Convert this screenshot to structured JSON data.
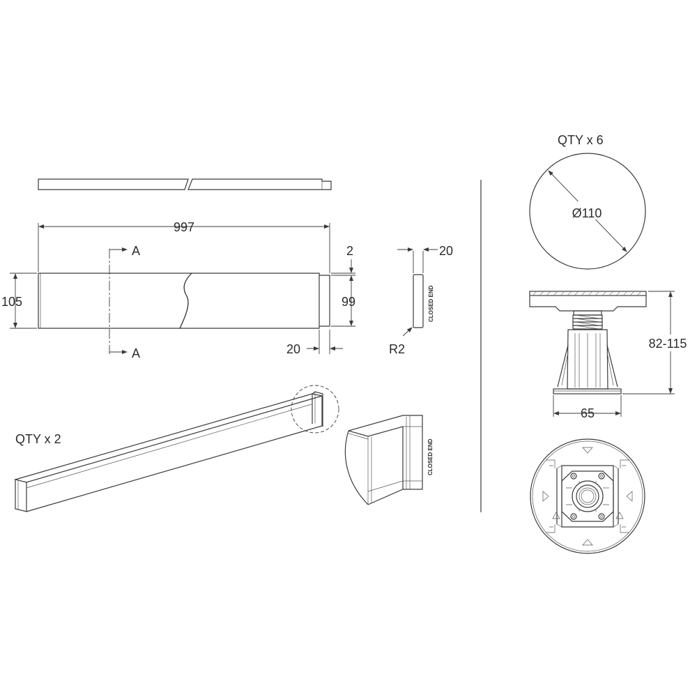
{
  "labels": {
    "qty_pedestals": "QTY x 6",
    "qty_panels": "QTY x 2",
    "length": "997",
    "height": "105",
    "inner_height": "99",
    "thickness": "2",
    "end_width_top": "20",
    "end_width_bottom": "20",
    "radius": "R2",
    "section_top": "A",
    "section_bottom": "A",
    "closed_end_1": "CLOSED END",
    "closed_end_2": "CLOSED END",
    "diameter": "Ø110",
    "leg_height": "82-115",
    "base_width": "65"
  },
  "colors": {
    "line": "#3a3a3a",
    "background": "#ffffff"
  }
}
